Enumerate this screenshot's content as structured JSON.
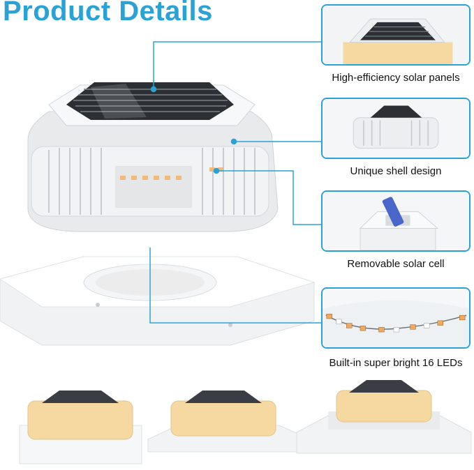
{
  "page_title": "Product Details",
  "features": [
    {
      "caption": "High-efficiency solar panels",
      "icon": "solar-panel-icon"
    },
    {
      "caption": "Unique shell design",
      "icon": "shell-icon"
    },
    {
      "caption": "Removable solar cell",
      "icon": "solar-cell-icon"
    },
    {
      "caption": "Built-in super bright 16 LEDs",
      "icon": "led-strip-icon"
    }
  ],
  "colors": {
    "accent": "#2aa2d6",
    "light_glow": "#f6d9a0",
    "body_white": "#f3f4f5"
  }
}
